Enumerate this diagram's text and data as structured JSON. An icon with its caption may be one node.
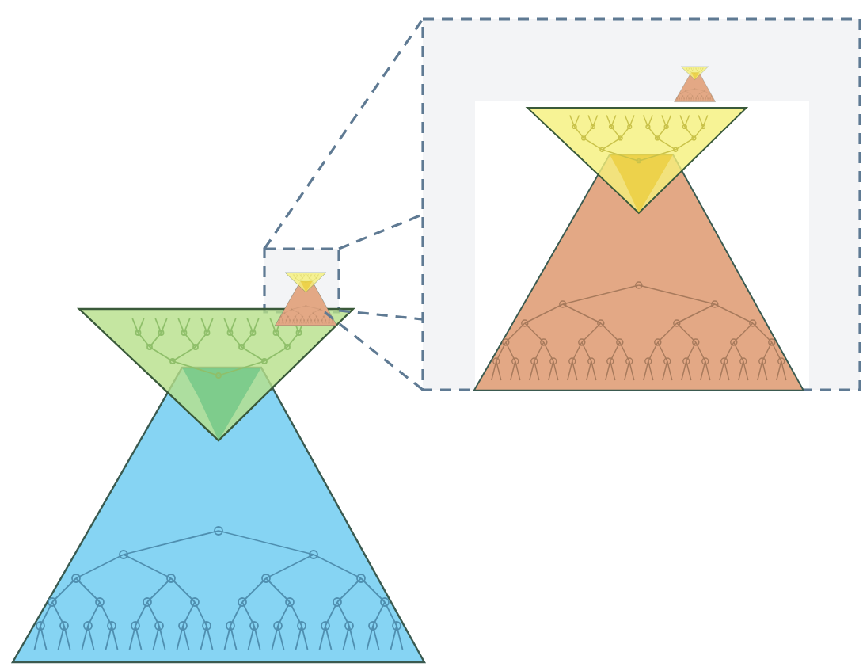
{
  "diagram": {
    "nodes": [
      {
        "text": [],
        "shape": "box"
      },
      {
        "text": [],
        "shape": "box"
      }
    ],
    "edges": [
      {
        "from": 0,
        "to": 1,
        "arrow": "none",
        "style": "dashed"
      },
      {
        "from": 0,
        "to": 1,
        "arrow": "none",
        "style": "dashed"
      },
      {
        "from": 0,
        "to": 1,
        "arrow": "none",
        "style": "dashed"
      },
      {
        "from": 0,
        "to": 1,
        "arrow": "none",
        "style": "dashed"
      }
    ]
  }
}
